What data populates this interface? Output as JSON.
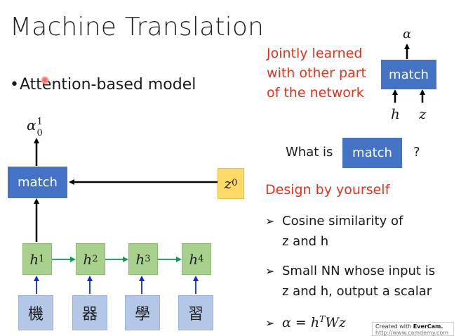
{
  "slide": {
    "title": "Machine Translation",
    "bullet": "Attention-based model"
  },
  "diagram": {
    "match_label": "match",
    "output": {
      "base": "α",
      "sub": "0",
      "sup": "1"
    },
    "z0": {
      "base": "z",
      "sup": "0"
    },
    "hidden": [
      {
        "base": "h",
        "sup": "1"
      },
      {
        "base": "h",
        "sup": "2"
      },
      {
        "base": "h",
        "sup": "3"
      },
      {
        "base": "h",
        "sup": "4"
      }
    ],
    "inputs": [
      "機",
      "器",
      "學",
      "習"
    ]
  },
  "side": {
    "red_note": [
      "Jointly learned",
      "with other part",
      "of the network"
    ],
    "small_match": {
      "label": "match",
      "alpha": "α",
      "h": "h",
      "z": "z"
    },
    "question_prefix": "What is",
    "question_box": "match",
    "question_mark": "?",
    "design_note": "Design by yourself",
    "items": [
      [
        "Cosine similarity of",
        "z and h"
      ],
      [
        "Small NN whose input is",
        "z and h, output a scalar"
      ]
    ],
    "formula": {
      "lhs": "α",
      "eq": "=",
      "h": "h",
      "sup": "T",
      "rest": "Wz"
    }
  },
  "watermark": {
    "prefix": "Created with ",
    "brand": "EverCam.",
    "url": "http://www.camdemy.com"
  },
  "colors": {
    "blue": "#4472c4",
    "green": "#a9d18e",
    "lightblue": "#b4c7e7",
    "orange": "#ffd966",
    "red_text": "#e8301c",
    "arrow_green": "#00a050",
    "arrow_blue": "#0a2bd6"
  }
}
